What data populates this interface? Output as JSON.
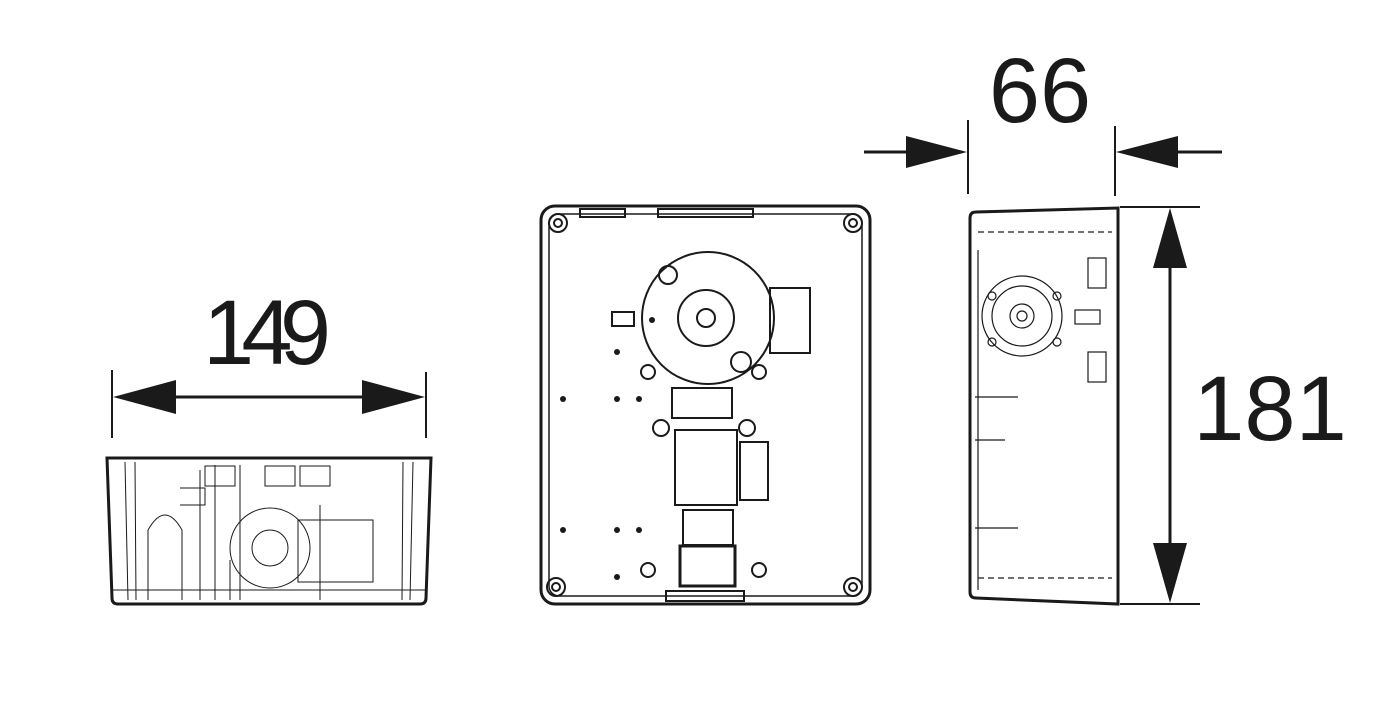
{
  "dimensions": {
    "width": "149",
    "depth": "66",
    "height": "181"
  },
  "colors": {
    "line": "#1a1a1a",
    "background": "#ffffff"
  }
}
